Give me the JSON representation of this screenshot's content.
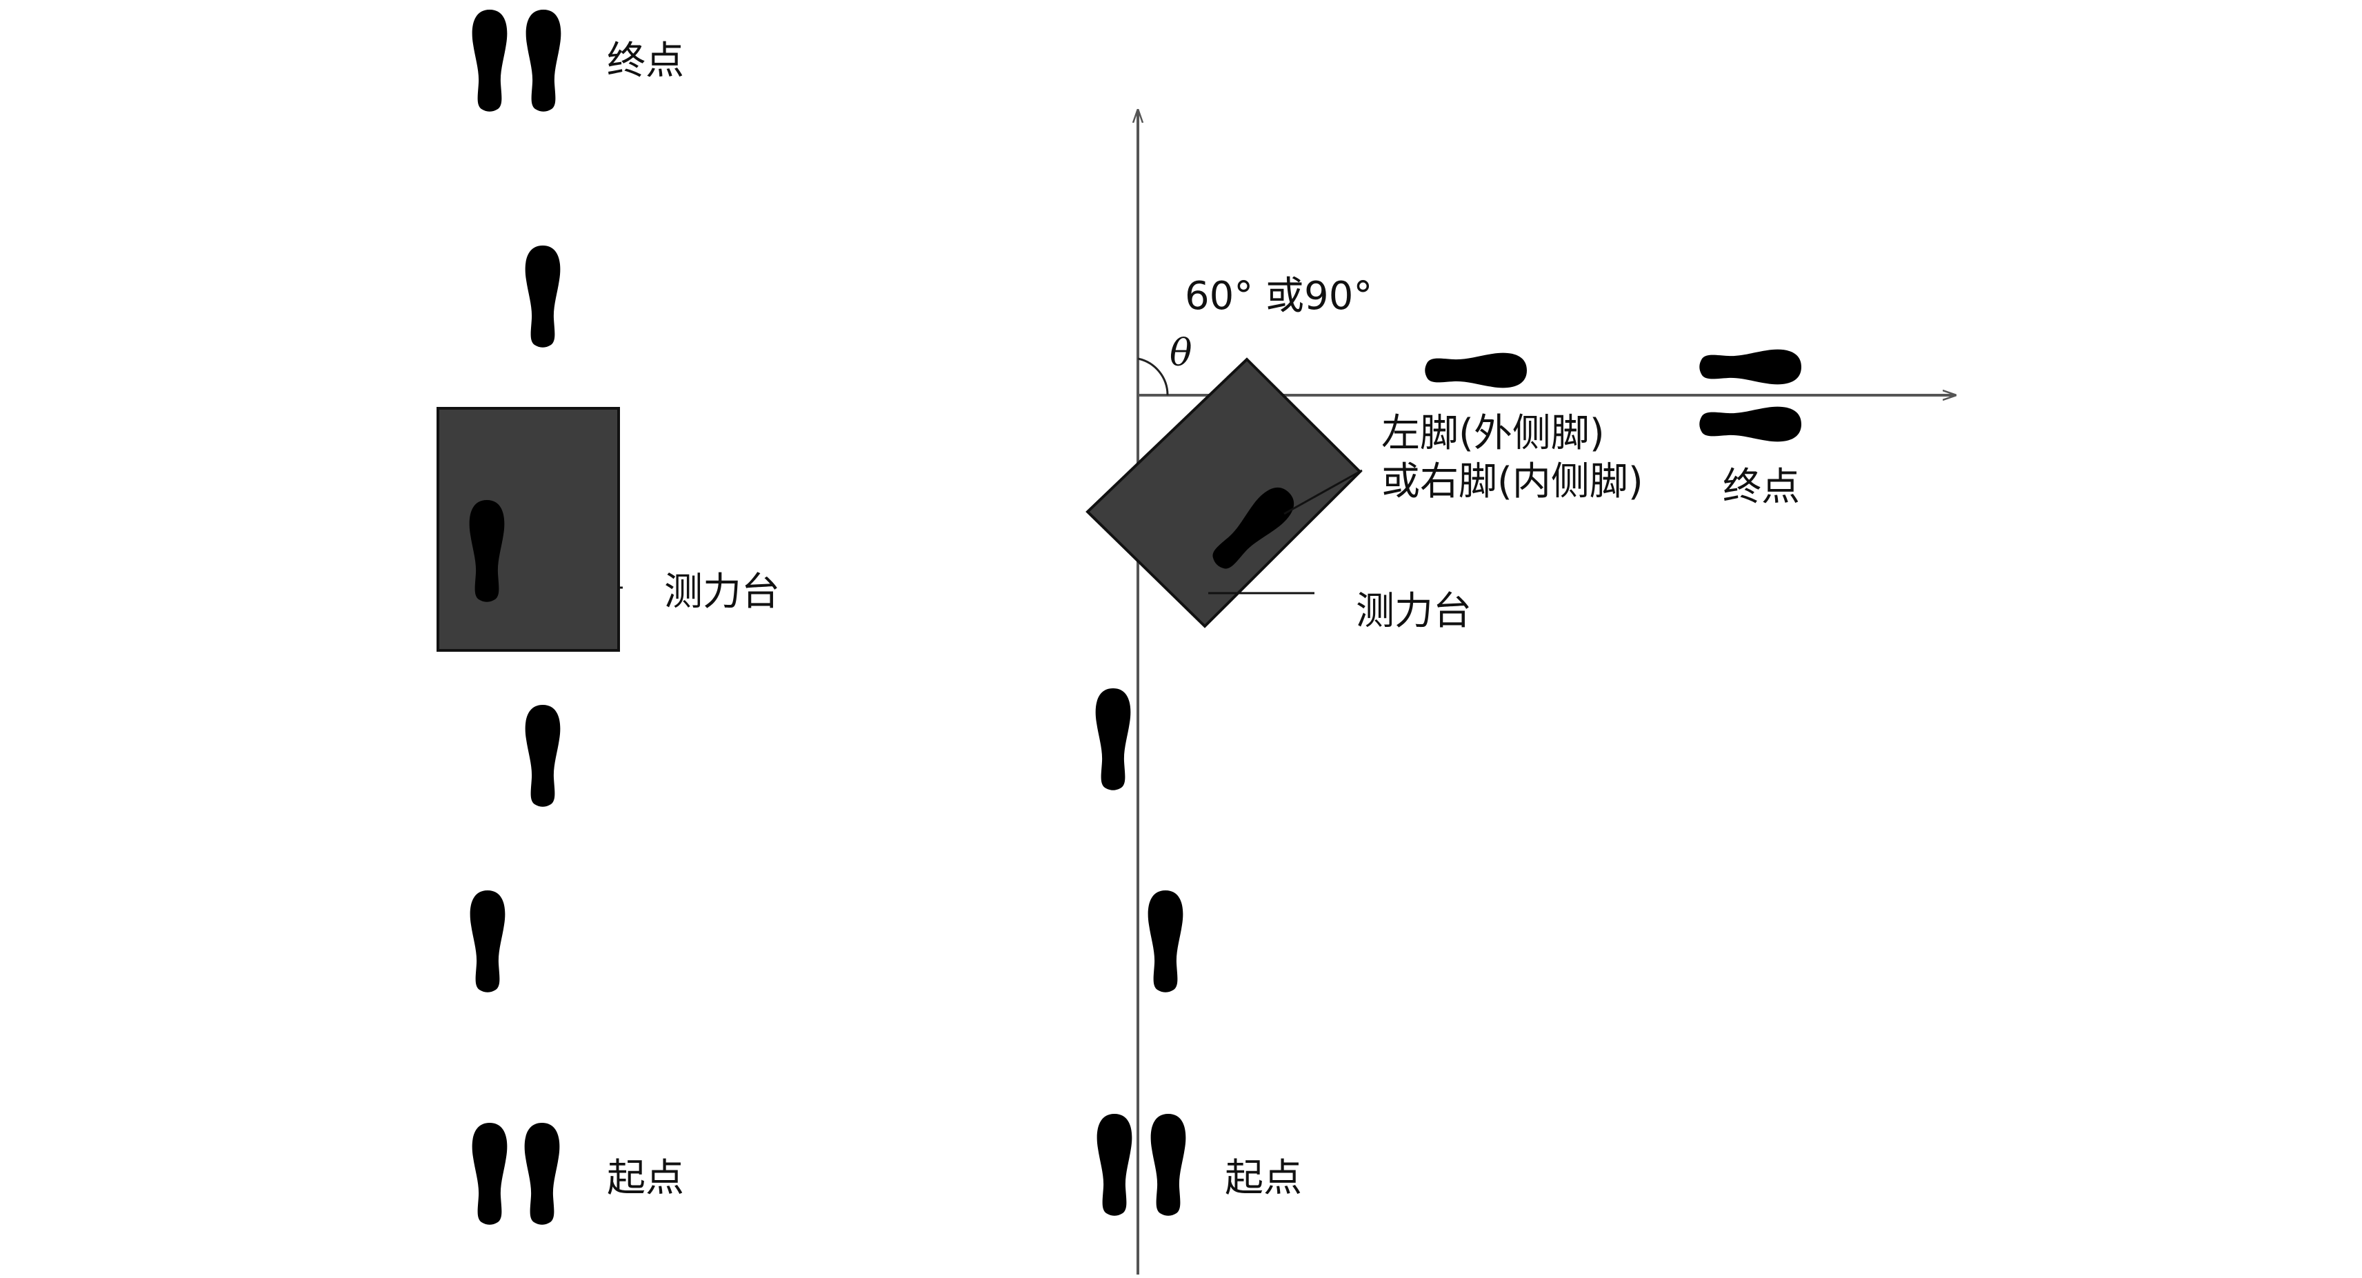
{
  "colors": {
    "plate_fill": "#3d3d3d",
    "plate_stroke": "#111111",
    "foot": "#000000",
    "axis": "#555555",
    "background": "#ffffff"
  },
  "left_panel": {
    "end_label": "终点",
    "plate_label": "测力台",
    "start_label": "起点"
  },
  "right_panel": {
    "angle_label": "60°  或90°",
    "theta_symbol": "θ",
    "foot_label_line1": "左脚(外侧脚)",
    "foot_label_line2": "或右脚(内侧脚)",
    "end_label": "终点",
    "plate_label": "测力台",
    "start_label": "起点"
  }
}
